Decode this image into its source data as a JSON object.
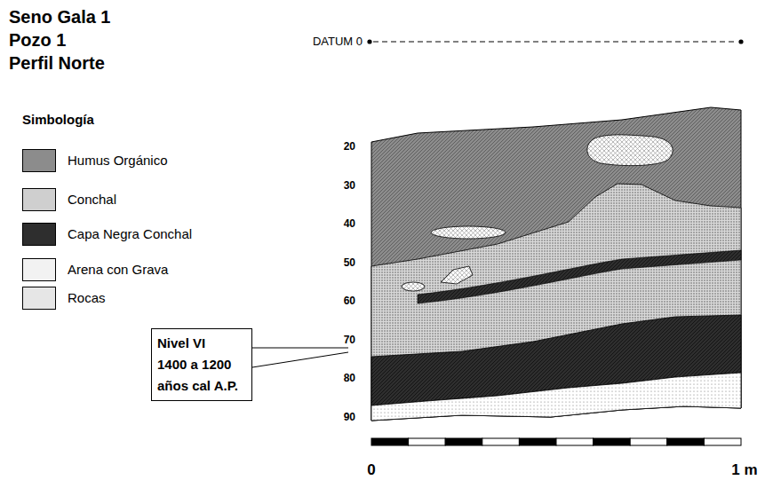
{
  "diagram": {
    "title": "Seno Gala 1",
    "nodes": [
      {
        "text": [
          "Nivel VI",
          "1400 a 1200 años cal A.P."
        ]
      }
    ],
    "labels": [
      "Pozo 1",
      "Perfil Norte",
      "DATUM 0",
      "Simbología",
      "20",
      "30",
      "40",
      "50",
      "60",
      "70",
      "80",
      "90",
      "0",
      "1 m"
    ],
    "legend": [
      {
        "text": "Humus Orgánico",
        "color": "#8c8c8c"
      },
      {
        "text": "Conchal",
        "color": "#cfcfcf"
      },
      {
        "text": "Capa Negra Conchal",
        "color": "#2e2e2e"
      },
      {
        "text": "Arena con Grava",
        "color": "#f2f2f2"
      },
      {
        "text": "Rocas",
        "color": "#e6e6e6"
      }
    ]
  }
}
